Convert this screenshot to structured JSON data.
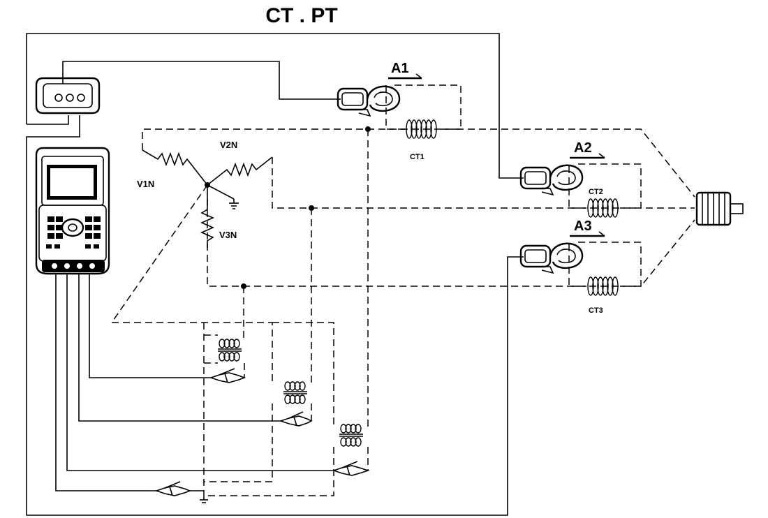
{
  "title": "CT . PT",
  "labels": {
    "a1": "A1",
    "a2": "A2",
    "a3": "A3",
    "ct1": "CT1",
    "ct2": "CT2",
    "ct3": "CT3",
    "v1n": "V1N",
    "v2n": "V2N",
    "v3n": "V3N"
  }
}
